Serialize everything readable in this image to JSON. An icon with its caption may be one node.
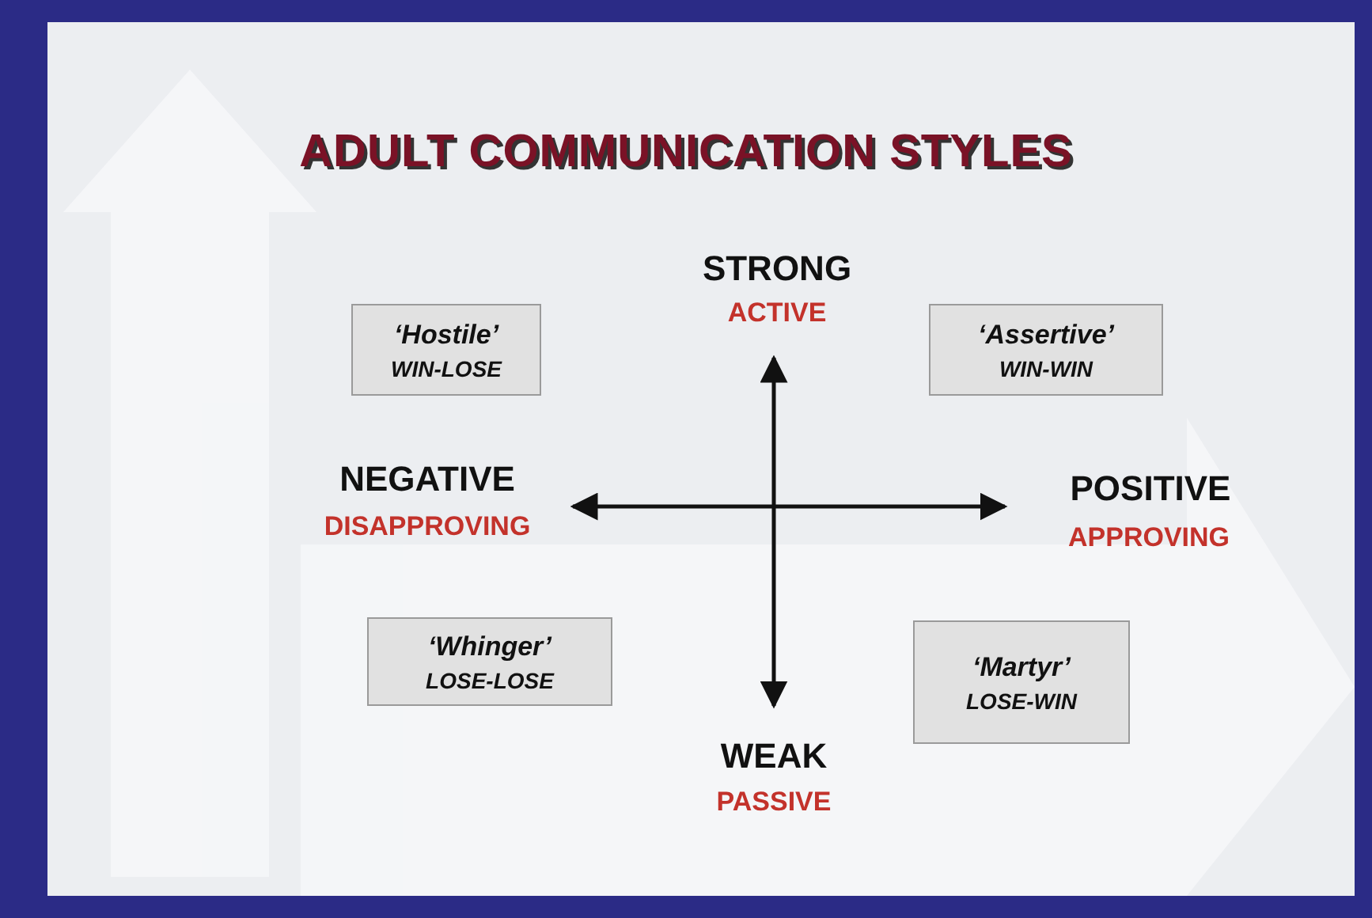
{
  "diagram": {
    "title": "ADULT COMMUNICATION STYLES",
    "nodes": [
      {
        "text": [
          "‘Hostile’",
          "WIN-LOSE"
        ]
      },
      {
        "text": [
          "‘Assertive’",
          "WIN-WIN"
        ]
      },
      {
        "text": [
          "‘Whinger’",
          "LOSE-LOSE"
        ]
      },
      {
        "text": [
          "‘Martyr’",
          "LOSE-WIN"
        ]
      }
    ],
    "edges": [],
    "labels": [
      "STRONG",
      "ACTIVE",
      "NEGATIVE",
      "DISAPPROVING",
      "POSITIVE",
      "APPROVING",
      "WEAK",
      "PASSIVE"
    ]
  }
}
